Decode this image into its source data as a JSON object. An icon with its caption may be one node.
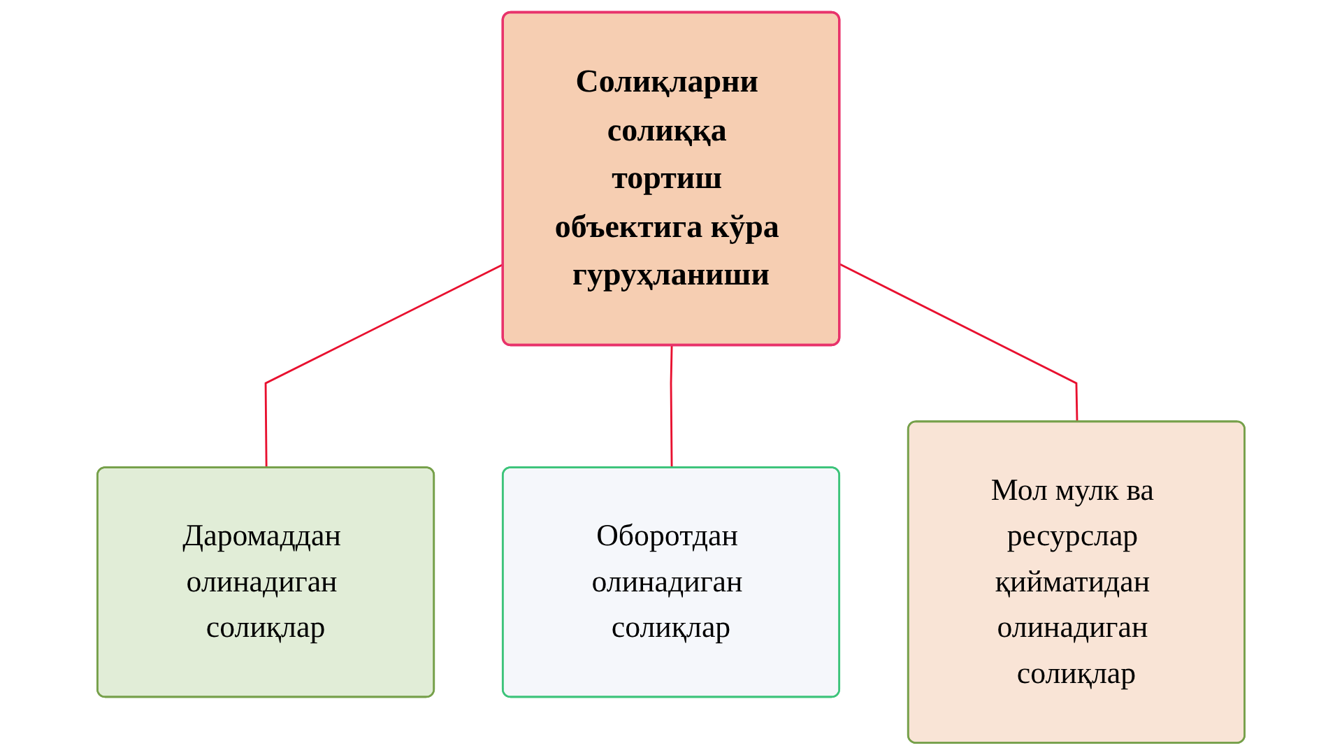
{
  "diagram": {
    "nodes": [
      {
        "text": [
          "Солиқларни солиққа тортиш объектига кўра гуруҳланиши"
        ]
      },
      {
        "text": [
          "Даромаддан олинадиган солиқлар"
        ]
      },
      {
        "text": [
          "Оборотдан олинадиган солиқлар"
        ]
      },
      {
        "text": [
          "Мол мулк ва ресурслар қийматидан олинадиган солиқлар"
        ]
      }
    ],
    "edges": [
      {
        "from": 0,
        "to": 1,
        "arrow": "none"
      },
      {
        "from": 0,
        "to": 2,
        "arrow": "none"
      },
      {
        "from": 0,
        "to": 3,
        "arrow": "none"
      }
    ]
  }
}
